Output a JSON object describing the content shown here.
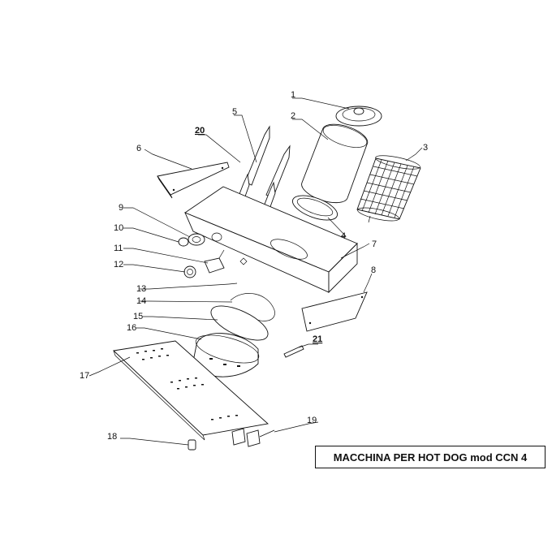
{
  "title": "MACCHINA PER HOT DOG mod CCN 4",
  "callouts": [
    "1",
    "2",
    "3",
    "4",
    "5",
    "6",
    "7",
    "8",
    "9",
    "10",
    "11",
    "12",
    "13",
    "14",
    "15",
    "16",
    "17",
    "18",
    "19",
    "20",
    "21"
  ]
}
